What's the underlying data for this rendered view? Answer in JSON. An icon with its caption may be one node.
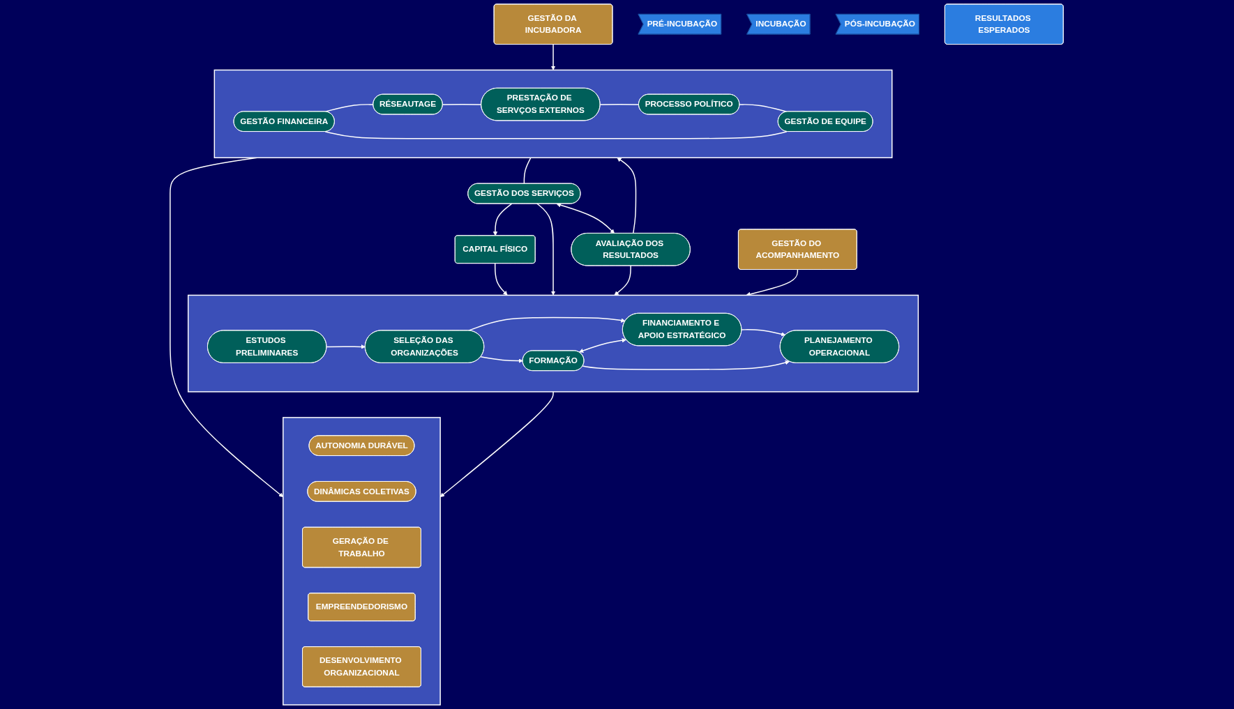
{
  "diagram": {
    "nodes": [
      {
        "text": [
          "GESTÃO DA INCUBADORA"
        ]
      },
      {
        "text": [],
        "shape": "box"
      },
      {
        "text": [
          "GESTÃO FINANCEIRA"
        ],
        "in": 1
      },
      {
        "text": [
          "RÉSEAUTAGE"
        ],
        "in": 1
      },
      {
        "text": [
          "GESTÃO DE EQUIPE"
        ],
        "in": 1
      },
      {
        "text": [
          "PROCESSO POLÍTICO"
        ],
        "in": 1
      },
      {
        "text": [
          "PRESTAÇÃO DE SERVÇOS EXTERNOS"
        ],
        "in": 1
      },
      {
        "text": [
          "CAPITAL FÍSICO"
        ]
      },
      {
        "text": [
          "GESTÃO DOS SERVIÇOS"
        ]
      },
      {
        "text": [
          "AVALIAÇÃO DOS RESULTADOS"
        ]
      },
      {
        "text": [
          "GESTÃO DO ACOMPANHAMENTO"
        ]
      },
      {
        "text": [],
        "shape": "box"
      },
      {
        "text": [
          "ESTUDOS PRELIMINARES"
        ],
        "in": 11
      },
      {
        "text": [
          "FINANCIAMENTO E APOIO ESTRATÉGICO"
        ],
        "in": 11
      },
      {
        "text": [
          "PLANEJAMENTO OPERACIONAL"
        ],
        "in": 11
      },
      {
        "text": [
          "SELEÇÃO DAS ORGANIZAÇÕES"
        ],
        "in": 11
      },
      {
        "text": [
          "FORMAÇÃO"
        ],
        "in": 11
      },
      {
        "text": [],
        "shape": "box"
      },
      {
        "text": [
          "AUTONOMIA DURÁVEL"
        ],
        "in": 17
      },
      {
        "text": [
          "DINÂMICAS COLETIVAS"
        ],
        "in": 17
      },
      {
        "text": [
          "GERAÇÃO DE TRABALHO"
        ],
        "in": 17
      },
      {
        "text": [
          "EMPREENDEDORISMO"
        ],
        "in": 17
      },
      {
        "text": [
          "DESENVOLVIMENTO ORGANIZACIONAL"
        ],
        "in": 17
      },
      {
        "text": [
          "PRÉ-INCUBAÇÃO"
        ]
      },
      {
        "text": [
          "INCUBAÇÃO"
        ]
      },
      {
        "text": [
          "PÓS-INCUBAÇÃO"
        ]
      },
      {
        "text": [
          "RESULTADOS ESPERADOS"
        ]
      }
    ],
    "edges": [
      {
        "from": 0,
        "to": 1,
        "arrow": "to"
      },
      {
        "from": 4,
        "to": 2,
        "arrow": "none"
      },
      {
        "from": 2,
        "to": 3,
        "arrow": "none"
      },
      {
        "from": 3,
        "to": 6,
        "arrow": "none"
      },
      {
        "from": 6,
        "to": 5,
        "arrow": "none"
      },
      {
        "from": 5,
        "to": 4,
        "arrow": "none"
      },
      {
        "from": 1,
        "to": 8,
        "arrow": "none"
      },
      {
        "from": 8,
        "to": 7,
        "arrow": "to"
      },
      {
        "from": 8,
        "to": 9,
        "arrow": "both"
      },
      {
        "from": 9,
        "to": 1,
        "arrow": "to"
      },
      {
        "from": 7,
        "to": 11,
        "arrow": "to"
      },
      {
        "from": 8,
        "to": 11,
        "arrow": "to"
      },
      {
        "from": 9,
        "to": 11,
        "arrow": "to"
      },
      {
        "from": 10,
        "to": 11,
        "arrow": "to"
      },
      {
        "from": 12,
        "to": 15,
        "arrow": "to"
      },
      {
        "from": 15,
        "to": 13,
        "arrow": "to"
      },
      {
        "from": 15,
        "to": 16,
        "arrow": "to"
      },
      {
        "from": 16,
        "to": 13,
        "arrow": "both"
      },
      {
        "from": 13,
        "to": 14,
        "arrow": "to"
      },
      {
        "from": 16,
        "to": 14,
        "arrow": "to"
      },
      {
        "from": 1,
        "to": 17,
        "arrow": "to"
      },
      {
        "from": 11,
        "to": 17,
        "arrow": "to"
      }
    ]
  }
}
